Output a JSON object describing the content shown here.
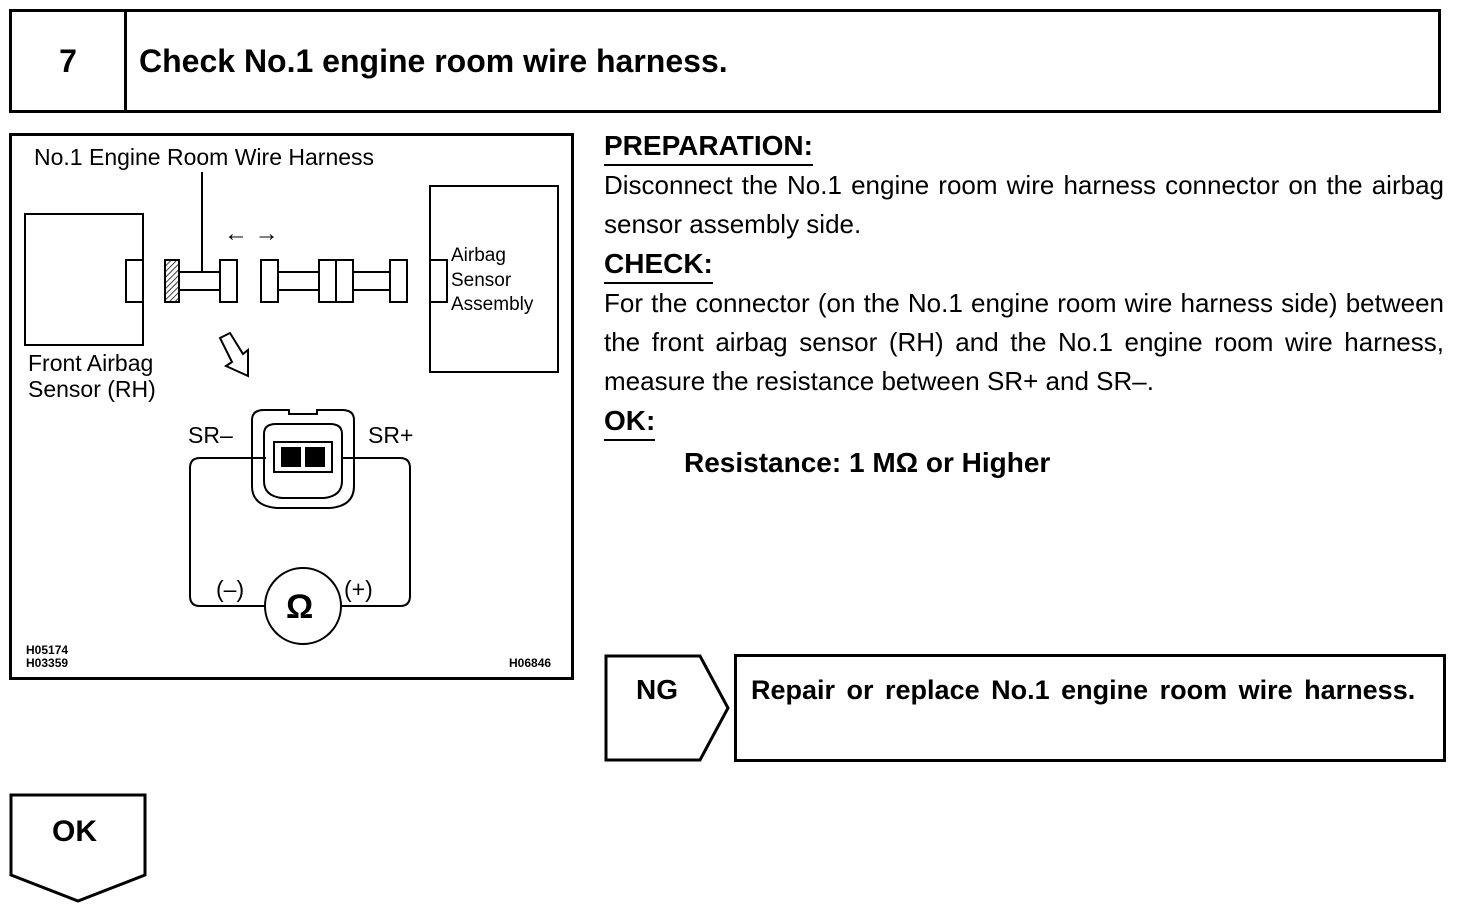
{
  "step": {
    "number": "7",
    "title": "Check No.1 engine room wire harness."
  },
  "diagram": {
    "harness_label": "No.1 Engine Room Wire Harness",
    "front_sensor_label_line1": "Front Airbag",
    "front_sensor_label_line2": "Sensor (RH)",
    "assembly_label_line1": "Airbag",
    "assembly_label_line2": "Sensor",
    "assembly_label_line3": "Assembly",
    "terminal_negative": "SR–",
    "terminal_positive": "SR+",
    "probe_negative": "(–)",
    "probe_positive": "(+)",
    "ohmmeter_symbol": "Ω",
    "disconnect_arrows": "← →",
    "code_1": "H05174",
    "code_2": "H03359",
    "code_3": "H06846"
  },
  "preparation": {
    "heading": "PREPARATION:",
    "text": "Disconnect the No.1 engine room wire harness connector on the airbag sensor assembly side."
  },
  "check": {
    "heading": "CHECK:",
    "text": "For the connector (on the No.1 engine room wire harness side) between the front airbag sensor (RH) and the No.1 engine room wire harness, measure the resistance between SR+ and SR–."
  },
  "ok_spec": {
    "heading": "OK:",
    "value": "Resistance: 1 MΩ or Higher"
  },
  "ng": {
    "label": "NG",
    "action": "Repair or replace No.1 engine room wire harness."
  },
  "ok_flow": {
    "label": "OK"
  }
}
